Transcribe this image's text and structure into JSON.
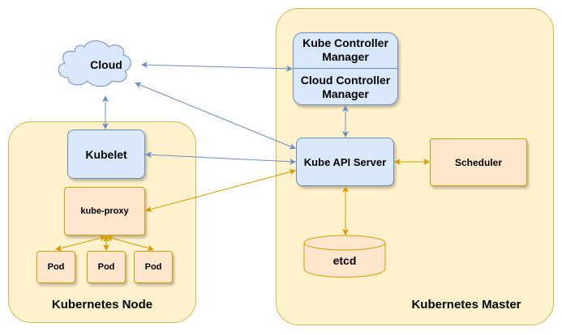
{
  "colors": {
    "container_fill": "#fff2cc",
    "container_stroke": "#d6b656",
    "blue_fill": "#dae8fc",
    "blue_stroke": "#6c8ebf",
    "orange_fill": "#ffe6cc",
    "orange_stroke": "#d79b00",
    "blue_arrow": "#6c8ebf",
    "orange_arrow": "#d79b00"
  },
  "node": {
    "title": "Kubernetes Node",
    "kubelet": "Kubelet",
    "kube_proxy": "kube-proxy",
    "pods": [
      "Pod",
      "Pod",
      "Pod"
    ]
  },
  "master": {
    "title": "Kubernetes Master",
    "kube_controller_manager": "Kube Controller Manager",
    "cloud_controller_manager": "Cloud Controller Manager",
    "api_server": "Kube API Server",
    "scheduler": "Scheduler",
    "etcd": "etcd"
  },
  "cloud": {
    "label": "Cloud"
  }
}
